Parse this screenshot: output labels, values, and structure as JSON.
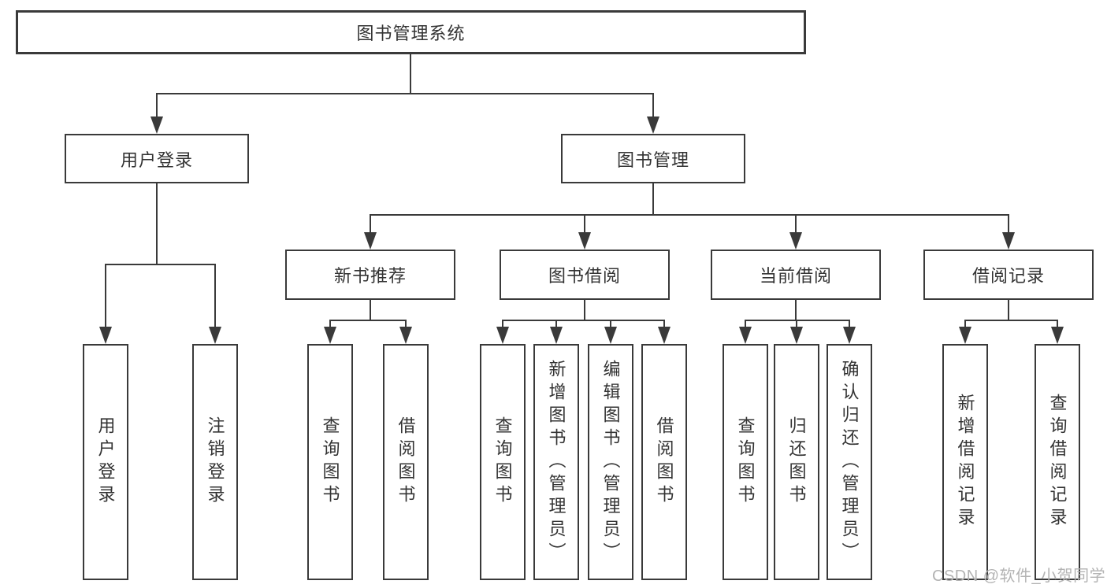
{
  "colors": {
    "line": "#3a3a3a",
    "node_border": "#3a3a3a",
    "node_text": "#333333",
    "background": "#ffffff",
    "watermark_text": "#b3b3b3"
  },
  "watermark": {
    "text": "CSDN @软件_小贺同学"
  },
  "diagram": {
    "type": "tree",
    "root": {
      "label": "图书管理系统",
      "children": [
        {
          "label": "用户登录",
          "children": [
            {
              "label": "用户登录"
            },
            {
              "label": "注销登录"
            }
          ]
        },
        {
          "label": "图书管理",
          "children": [
            {
              "label": "新书推荐",
              "children": [
                {
                  "label": "查询图书"
                },
                {
                  "label": "借阅图书"
                }
              ]
            },
            {
              "label": "图书借阅",
              "children": [
                {
                  "label": "查询图书"
                },
                {
                  "label": "新增图书（管理员）"
                },
                {
                  "label": "编辑图书（管理员）"
                },
                {
                  "label": "借阅图书"
                }
              ]
            },
            {
              "label": "当前借阅",
              "children": [
                {
                  "label": "查询图书"
                },
                {
                  "label": "归还图书"
                },
                {
                  "label": "确认归还（管理员）"
                }
              ]
            },
            {
              "label": "借阅记录",
              "children": [
                {
                  "label": "新增借阅记录"
                },
                {
                  "label": "查询借阅记录"
                }
              ]
            }
          ]
        }
      ]
    }
  }
}
